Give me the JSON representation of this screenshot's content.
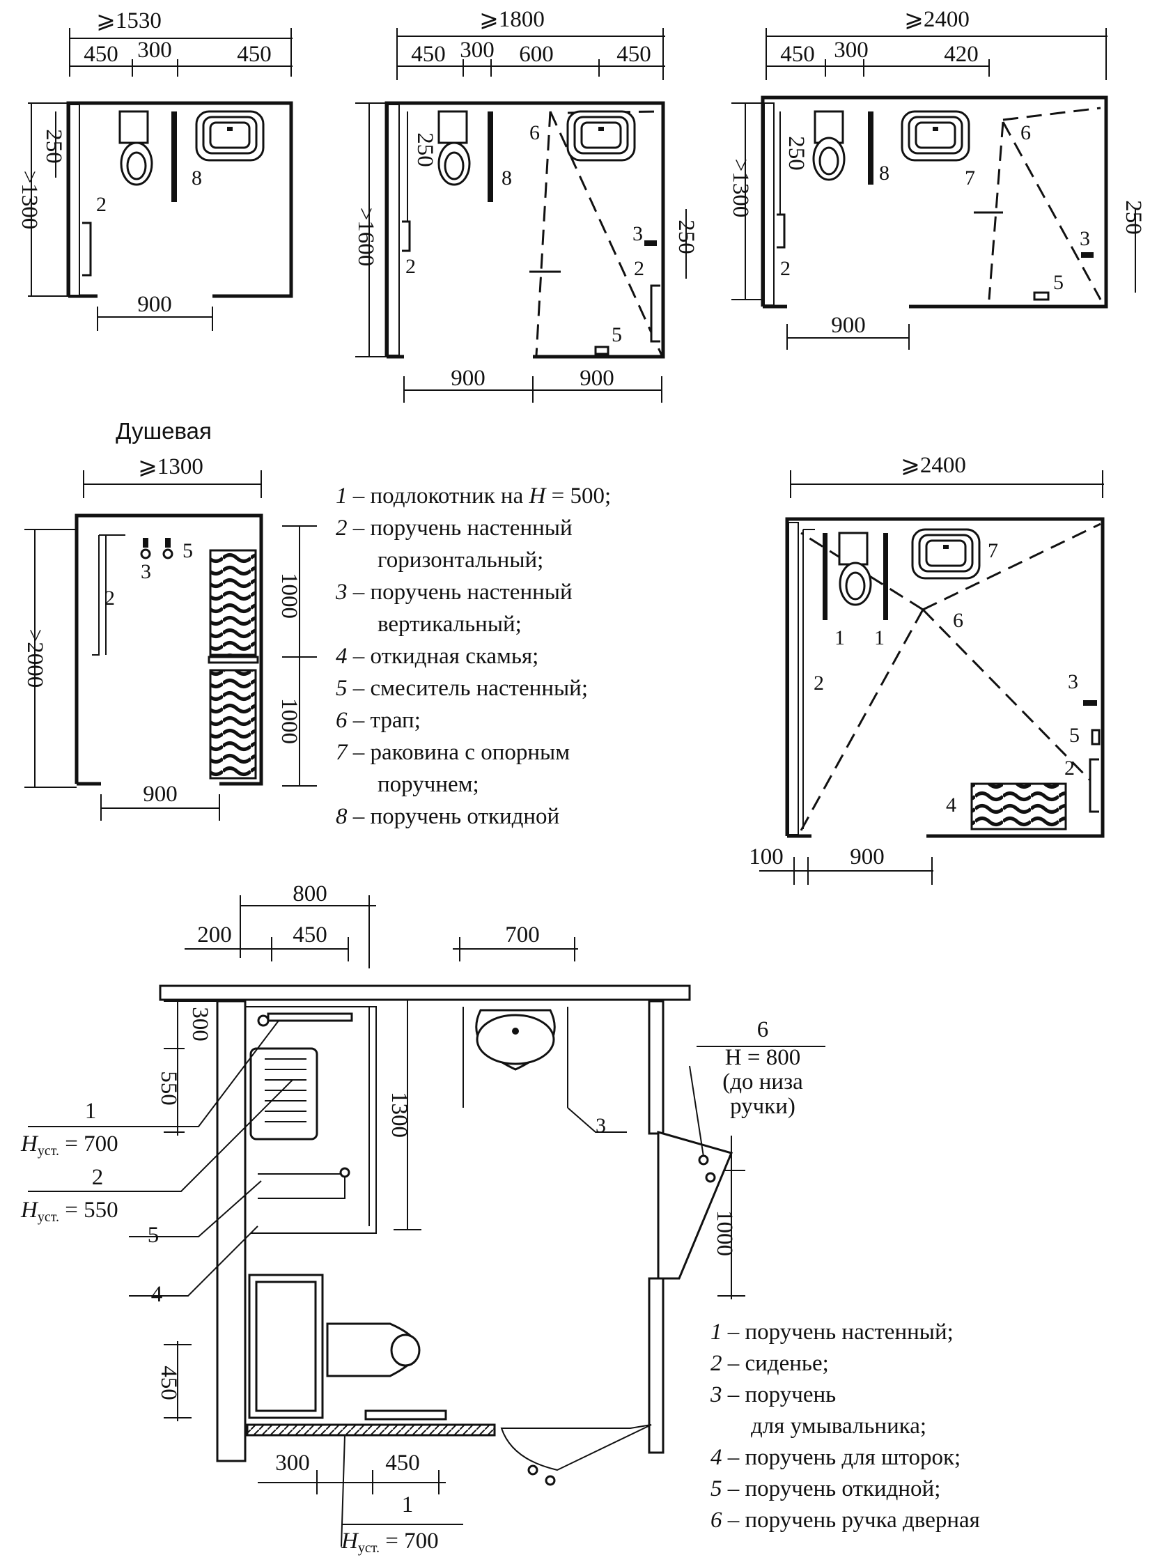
{
  "plan1": {
    "dim_total": "⩾1530",
    "dim_a": "450",
    "dim_b": "300",
    "dim_c": "450",
    "dim_height": ">1300",
    "dim_250": "250",
    "dim_door": "900",
    "label_8": "8",
    "label_2": "2"
  },
  "plan2": {
    "dim_total": "⩾1800",
    "dim_a": "450",
    "dim_b": "300",
    "dim_c": "600",
    "dim_d": "450",
    "dim_height": ">1600",
    "dim_250_left": "250",
    "dim_250_right": "250",
    "dim_door_left": "900",
    "dim_door_right": "900",
    "label_6": "6",
    "label_8": "8",
    "label_2_left": "2",
    "label_3": "3",
    "label_2_right": "2",
    "label_5": "5"
  },
  "plan3": {
    "dim_total": "⩾2400",
    "dim_a": "450",
    "dim_b": "300",
    "dim_c": "420",
    "dim_height": ">1300",
    "dim_250_left": "250",
    "dim_250_right": "250",
    "dim_door": "900",
    "label_6": "6",
    "label_8": "8",
    "label_7": "7",
    "label_3": "3",
    "label_2": "2",
    "label_5": "5"
  },
  "shower": {
    "title": "Душевая",
    "dim_total": "⩾1300",
    "dim_height": ">2000",
    "dim_upper": "1000",
    "dim_lower": "1000",
    "dim_door": "900",
    "label_5": "5",
    "label_3": "3",
    "label_2": "2"
  },
  "legend_top": {
    "items": [
      {
        "num": "1",
        "text": "– подлокотник на ",
        "extra": "H",
        "extra2": " = 500;"
      },
      {
        "num": "2",
        "text": "– поручень настенный",
        "cont": "горизонтальный;"
      },
      {
        "num": "3",
        "text": "– поручень настенный",
        "cont": "вертикальный;"
      },
      {
        "num": "4",
        "text": "– откидная скамья;"
      },
      {
        "num": "5",
        "text": "– смеситель настенный;"
      },
      {
        "num": "6",
        "text": "– трап;"
      },
      {
        "num": "7",
        "text": "– раковина с опорным",
        "cont": "поручнем;"
      },
      {
        "num": "8",
        "text": "– поручень откидной"
      }
    ]
  },
  "plan4": {
    "dim_total": "⩾2400",
    "dim_100": "100",
    "dim_door": "900",
    "label_7": "7",
    "label_1a": "1",
    "label_1b": "1",
    "label_6": "6",
    "label_2_left": "2",
    "label_3": "3",
    "label_5": "5",
    "label_2_right": "2",
    "label_4": "4"
  },
  "bottom_plan": {
    "dim_800": "800",
    "dim_200": "200",
    "dim_450_top": "450",
    "dim_700": "700",
    "dim_300_left": "300",
    "dim_550": "550",
    "dim_1300": "1300",
    "dim_1000": "1000",
    "dim_450_left": "450",
    "dim_300_bottom": "300",
    "dim_450_bottom": "450",
    "label_6": "6",
    "label_6_h": "H = 800",
    "label_6_note1": "(до низа",
    "label_6_note2": "ручки)",
    "label_3": "3",
    "callout_1": "1",
    "callout_1_h": "700",
    "callout_2": "2",
    "callout_2_h": "550",
    "callout_5": "5",
    "callout_4": "4",
    "callout_1b": "1",
    "callout_1b_h": "700",
    "h_prefix": "H",
    "h_sub": "уст.",
    "h_eq": " = "
  },
  "legend_bottom": {
    "items": [
      {
        "num": "1",
        "text": "– поручень настенный;"
      },
      {
        "num": "2",
        "text": "– сиденье;"
      },
      {
        "num": "3",
        "text": "– поручень",
        "cont": "для умывальника;"
      },
      {
        "num": "4",
        "text": "– поручень для шторок;"
      },
      {
        "num": "5",
        "text": "– поручень откидной;"
      },
      {
        "num": "6",
        "text": "– поручень ручка дверная"
      }
    ]
  }
}
